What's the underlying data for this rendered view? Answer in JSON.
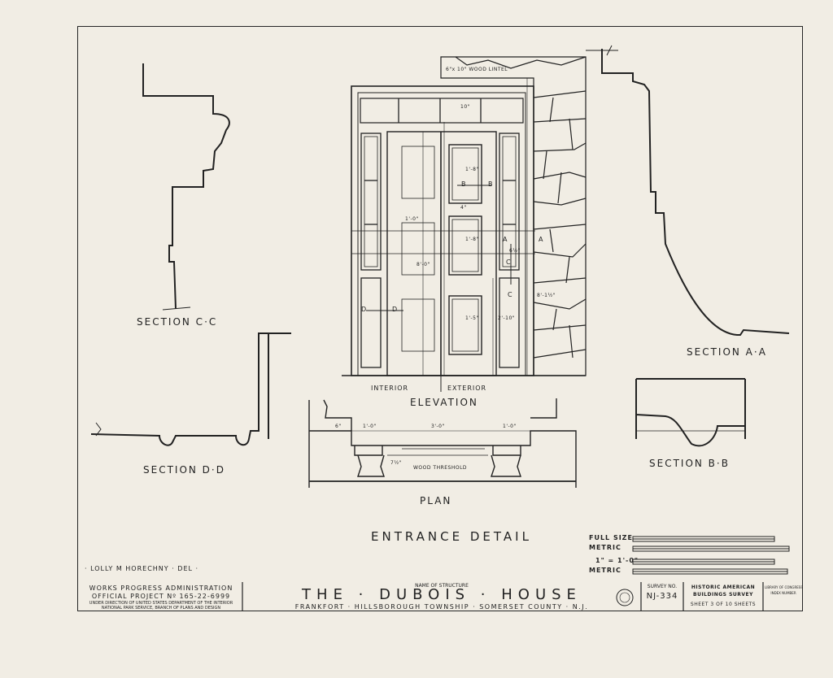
{
  "drawing": {
    "main_title": "ENTRANCE DETAIL",
    "delineator": "· LOLLY M HORECHNY · DEL ·",
    "lintel_label": "6\"x 10\" WOOD LINTEL",
    "threshold_label": "WOOD THRESHOLD",
    "views": {
      "section_cc": "SECTION C·C",
      "section_dd": "SECTION D·D",
      "section_aa": "SECTION A·A",
      "section_bb": "SECTION B·B",
      "elevation": "ELEVATION",
      "plan": "PLAN",
      "interior": "INTERIOR",
      "exterior": "EXTERIOR"
    },
    "section_markers": {
      "a": "A",
      "b": "B",
      "c": "C",
      "d": "D"
    },
    "dimensions": {
      "d1": "10\"",
      "d2": "1'-8\"",
      "d3": "1'-8\"",
      "d4": "1'-5\"",
      "d5": "8'-0\"",
      "d6": "1'-0\"",
      "d7": "8'-1½\"",
      "d8": "2'-10\"",
      "d9": "6½\"",
      "d10": "4\"",
      "p1": "6\"",
      "p2": "1'-0\"",
      "p3": "3'-0\"",
      "p4": "1'-0\"",
      "p5": "7½\""
    },
    "scales": {
      "full_size": "FULL SIZE",
      "metric1": "METRIC",
      "inch_foot": "1\" = 1'-0\"",
      "metric2": "METRIC"
    }
  },
  "title_block": {
    "wpa_line1": "WORKS PROGRESS ADMINISTRATION",
    "wpa_line2": "OFFICIAL PROJECT Nº 165-22-6999",
    "wpa_line3": "UNDER DIRECTION OF UNITED STATES DEPARTMENT OF THE INTERIOR",
    "wpa_line4": "NATIONAL PARK SERVICE, BRANCH OF PLANS AND DESIGN",
    "name_caption": "NAME OF STRUCTURE",
    "structure_name": "THE · DUBOIS · HOUSE",
    "location": "FRANKFORT · HILLSBOROUGH TOWNSHIP · SOMERSET COUNTY · N.J.",
    "survey_caption": "SURVEY NO.",
    "survey_no": "NJ-334",
    "habs_line1": "HISTORIC AMERICAN",
    "habs_line2": "BUILDINGS SURVEY",
    "sheet_info": "SHEET 3 OF 10 SHEETS",
    "library_line1": "LIBRARY OF CONGRESS",
    "library_line2": "INDEX NUMBER"
  }
}
